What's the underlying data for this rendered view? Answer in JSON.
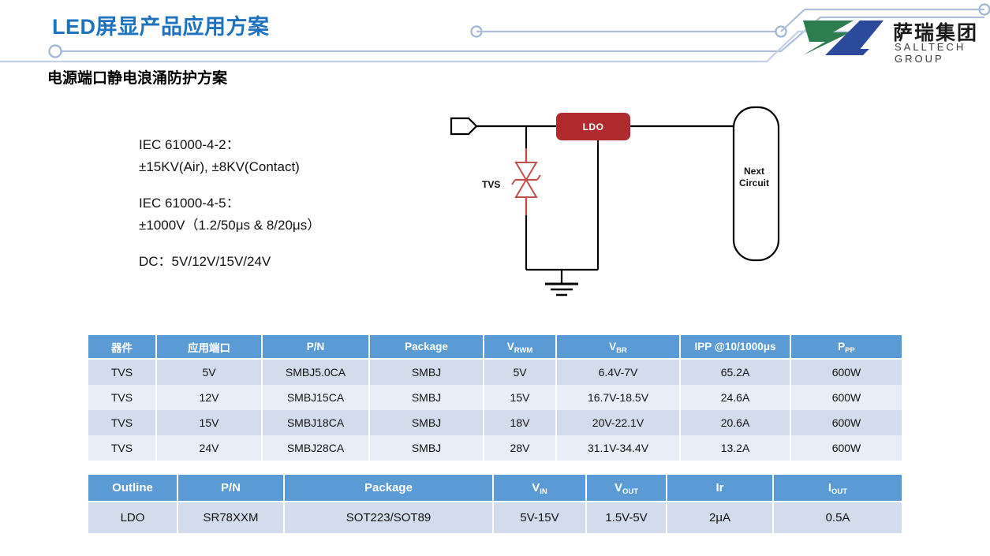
{
  "header": {
    "title": "LED屏显产品应用方案",
    "subtitle": "电源端口静电浪涌防护方案",
    "logo_cn": "萨瑞集团",
    "logo_en": "SALLTECH GROUP"
  },
  "spec": {
    "line1": "IEC 61000-4-2：",
    "line2": "±15KV(Air), ±8KV(Contact)",
    "line3": "IEC 61000-4-5：",
    "line4": "±1000V（1.2/50μs & 8/20μs）",
    "line5": "DC：5V/12V/15V/24V"
  },
  "circuit": {
    "ldo_label": "LDO",
    "tvs_label": "TVS",
    "next_line1": "Next",
    "next_line2": "Circuit",
    "ldo_color": "#b02b2e",
    "tvs_color": "#c0504d"
  },
  "table_tvs": {
    "columns": [
      "器件",
      "应用端口",
      "P/N",
      "Package",
      "VRWM",
      "VBR",
      "IPP @10/1000μs",
      "PPP"
    ],
    "headers": [
      {
        "main": "器件",
        "sub": ""
      },
      {
        "main": "应用端口",
        "sub": ""
      },
      {
        "main": "P/N",
        "sub": ""
      },
      {
        "main": "Package",
        "sub": ""
      },
      {
        "main": "V",
        "sub": "RWM"
      },
      {
        "main": "V",
        "sub": "BR"
      },
      {
        "main": "IPP @10/1000μs",
        "sub": ""
      },
      {
        "main": "P",
        "sub": "PP"
      }
    ],
    "rows": [
      [
        "TVS",
        "5V",
        "SMBJ5.0CA",
        "SMBJ",
        "5V",
        "6.4V-7V",
        "65.2A",
        "600W"
      ],
      [
        "TVS",
        "12V",
        "SMBJ15CA",
        "SMBJ",
        "15V",
        "16.7V-18.5V",
        "24.6A",
        "600W"
      ],
      [
        "TVS",
        "15V",
        "SMBJ18CA",
        "SMBJ",
        "18V",
        "20V-22.1V",
        "20.6A",
        "600W"
      ],
      [
        "TVS",
        "24V",
        "SMBJ28CA",
        "SMBJ",
        "28V",
        "31.1V-34.4V",
        "13.2A",
        "600W"
      ]
    ]
  },
  "table_ldo": {
    "headers": [
      {
        "main": "Outline",
        "sub": ""
      },
      {
        "main": "P/N",
        "sub": ""
      },
      {
        "main": "Package",
        "sub": ""
      },
      {
        "main": "V",
        "sub": "IN"
      },
      {
        "main": "V",
        "sub": "OUT"
      },
      {
        "main": "Ir",
        "sub": ""
      },
      {
        "main": "I",
        "sub": "OUT"
      }
    ],
    "rows": [
      [
        "LDO",
        "SR78XXM",
        "SOT223/SOT89",
        "5V-15V",
        "1.5V-5V",
        "2μA",
        "0.5A"
      ]
    ]
  },
  "colors": {
    "title_blue": "#1f72bd",
    "header_blue": "#5b9bd5",
    "row_dark": "#d2dced",
    "row_light": "#e8edf7",
    "deco_line": "#aebfd9"
  }
}
